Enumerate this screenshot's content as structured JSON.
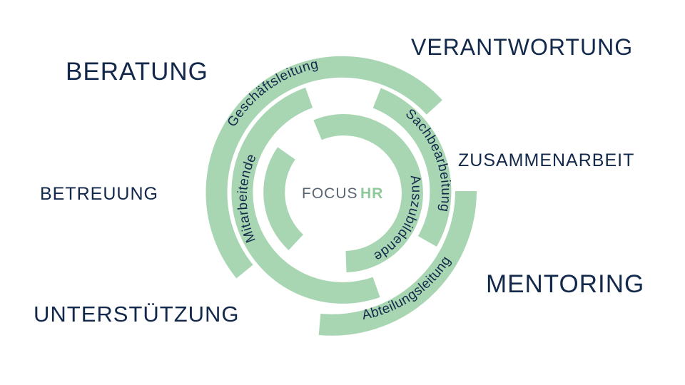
{
  "words": {
    "beratung": "BERATUNG",
    "verantwortung": "VERANTWORTUNG",
    "zusammenarbeit": "ZUSAMMENARBEIT",
    "betreuung": "BETREUUNG",
    "mentoring": "MENTORING",
    "unterstuetzung": "UNTERSTÜTZUNG"
  },
  "rings": {
    "geschaeftsleitung": "Geschäftsleitung",
    "mitarbeitende": "Mitarbeitende",
    "sachbearbeitung": "Sachbearbeitung",
    "auszubildende": "Auszubildende",
    "abteilungsleitung": "Abteilungsleitung"
  },
  "logo": {
    "focus": "FOCUS",
    "hr": "HR"
  },
  "colors": {
    "ring": "#a9d6b2",
    "text": "#13294b",
    "logo_grey": "#5a6672",
    "logo_green": "#8dc99a"
  }
}
